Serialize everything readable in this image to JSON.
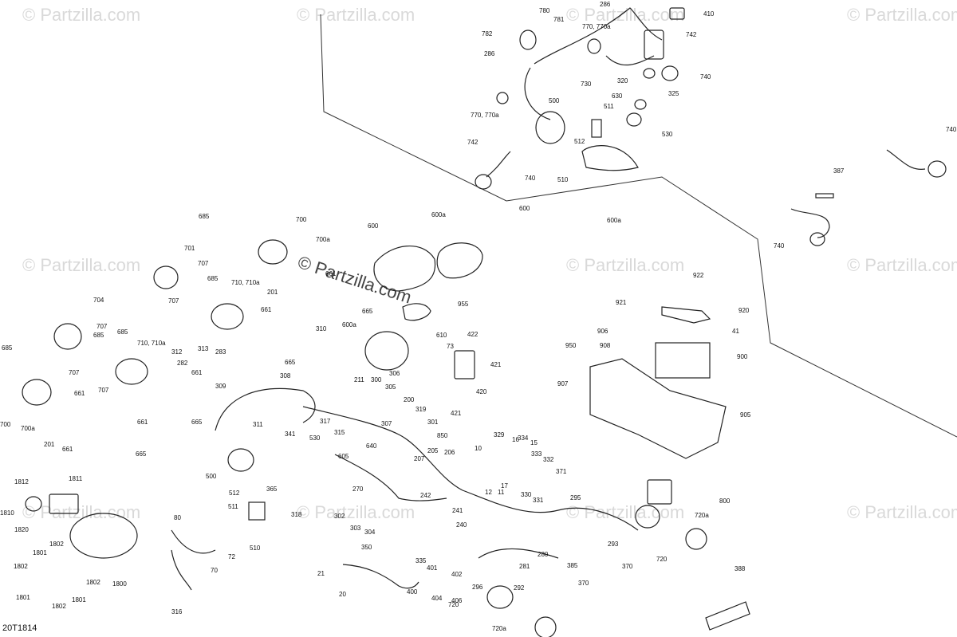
{
  "diagram": {
    "title_code": "20T1814",
    "watermark": "© Partzilla.com",
    "center_watermark": "© Partzilla.com",
    "labels": [
      {
        "id": "l1",
        "text": "780"
      },
      {
        "id": "l2",
        "text": "781"
      },
      {
        "id": "l3",
        "text": "782"
      },
      {
        "id": "l4",
        "text": "286"
      },
      {
        "id": "l5",
        "text": "770, 770a"
      },
      {
        "id": "l6",
        "text": "410"
      },
      {
        "id": "l7",
        "text": "742"
      },
      {
        "id": "l8",
        "text": "286"
      },
      {
        "id": "l9",
        "text": "730"
      },
      {
        "id": "l10",
        "text": "320"
      },
      {
        "id": "l11",
        "text": "740"
      },
      {
        "id": "l12",
        "text": "325"
      },
      {
        "id": "l13",
        "text": "500"
      },
      {
        "id": "l14",
        "text": "511"
      },
      {
        "id": "l15",
        "text": "630"
      },
      {
        "id": "l16",
        "text": "770, 770a"
      },
      {
        "id": "l17",
        "text": "512"
      },
      {
        "id": "l18",
        "text": "530"
      },
      {
        "id": "l19",
        "text": "742"
      },
      {
        "id": "l20",
        "text": "740"
      },
      {
        "id": "l21",
        "text": "510"
      },
      {
        "id": "l22",
        "text": "740"
      },
      {
        "id": "l23",
        "text": "387"
      },
      {
        "id": "l24",
        "text": "740"
      },
      {
        "id": "l25",
        "text": "685"
      },
      {
        "id": "l26",
        "text": "700"
      },
      {
        "id": "l27",
        "text": "600"
      },
      {
        "id": "l28",
        "text": "600a"
      },
      {
        "id": "l29",
        "text": "600"
      },
      {
        "id": "l30",
        "text": "600a"
      },
      {
        "id": "l31",
        "text": "700a"
      },
      {
        "id": "l32",
        "text": "701"
      },
      {
        "id": "l33",
        "text": "707"
      },
      {
        "id": "l34",
        "text": "661"
      },
      {
        "id": "l35",
        "text": "685"
      },
      {
        "id": "l36",
        "text": "710, 710a"
      },
      {
        "id": "l37",
        "text": "201"
      },
      {
        "id": "l38",
        "text": "707"
      },
      {
        "id": "l39",
        "text": "665"
      },
      {
        "id": "l40",
        "text": "955"
      },
      {
        "id": "l41",
        "text": "704"
      },
      {
        "id": "l42",
        "text": "661"
      },
      {
        "id": "l43",
        "text": "707"
      },
      {
        "id": "l44",
        "text": "685"
      },
      {
        "id": "l45",
        "text": "310"
      },
      {
        "id": "l46",
        "text": "600a"
      },
      {
        "id": "l47",
        "text": "610"
      },
      {
        "id": "l48",
        "text": "422"
      },
      {
        "id": "l49",
        "text": "73"
      },
      {
        "id": "l50",
        "text": "685"
      },
      {
        "id": "l51",
        "text": "707"
      },
      {
        "id": "l52",
        "text": "710, 710a"
      },
      {
        "id": "l53",
        "text": "312"
      },
      {
        "id": "l54",
        "text": "313"
      },
      {
        "id": "l55",
        "text": "283"
      },
      {
        "id": "l56",
        "text": "282"
      },
      {
        "id": "l57",
        "text": "665"
      },
      {
        "id": "l58",
        "text": "421"
      },
      {
        "id": "l59",
        "text": "707"
      },
      {
        "id": "l60",
        "text": "685"
      },
      {
        "id": "l61",
        "text": "661"
      },
      {
        "id": "l62",
        "text": "308"
      },
      {
        "id": "l63",
        "text": "211"
      },
      {
        "id": "l64",
        "text": "300"
      },
      {
        "id": "l65",
        "text": "306"
      },
      {
        "id": "l66",
        "text": "420"
      },
      {
        "id": "l67",
        "text": "309"
      },
      {
        "id": "l68",
        "text": "305"
      },
      {
        "id": "l69",
        "text": "661"
      },
      {
        "id": "l70",
        "text": "200"
      },
      {
        "id": "l71",
        "text": "421"
      },
      {
        "id": "l72",
        "text": "700"
      },
      {
        "id": "l73",
        "text": "700a"
      },
      {
        "id": "l74",
        "text": "661"
      },
      {
        "id": "l75",
        "text": "311"
      },
      {
        "id": "l76",
        "text": "665"
      },
      {
        "id": "l77",
        "text": "307"
      },
      {
        "id": "l78",
        "text": "319"
      },
      {
        "id": "l79",
        "text": "301"
      },
      {
        "id": "l80",
        "text": "201"
      },
      {
        "id": "l81",
        "text": "661"
      },
      {
        "id": "l82",
        "text": "665"
      },
      {
        "id": "l83",
        "text": "341"
      },
      {
        "id": "l84",
        "text": "317"
      },
      {
        "id": "l85",
        "text": "315"
      },
      {
        "id": "l86",
        "text": "530"
      },
      {
        "id": "l87",
        "text": "850"
      },
      {
        "id": "l88",
        "text": "640"
      },
      {
        "id": "l89",
        "text": "605"
      },
      {
        "id": "l90",
        "text": "329"
      },
      {
        "id": "l91",
        "text": "334"
      },
      {
        "id": "l92",
        "text": "16"
      },
      {
        "id": "l93",
        "text": "15"
      },
      {
        "id": "l94",
        "text": "205"
      },
      {
        "id": "l95",
        "text": "207"
      },
      {
        "id": "l96",
        "text": "206"
      },
      {
        "id": "l97",
        "text": "10"
      },
      {
        "id": "l98",
        "text": "333"
      },
      {
        "id": "l99",
        "text": "332"
      },
      {
        "id": "l100",
        "text": "500"
      },
      {
        "id": "l101",
        "text": "1812"
      },
      {
        "id": "l102",
        "text": "1811"
      },
      {
        "id": "l103",
        "text": "512"
      },
      {
        "id": "l104",
        "text": "365"
      },
      {
        "id": "l105",
        "text": "270"
      },
      {
        "id": "l106",
        "text": "17"
      },
      {
        "id": "l107",
        "text": "12"
      },
      {
        "id": "l108",
        "text": "11"
      },
      {
        "id": "l109",
        "text": "371"
      },
      {
        "id": "l110",
        "text": "1810"
      },
      {
        "id": "l111",
        "text": "511"
      },
      {
        "id": "l112",
        "text": "318"
      },
      {
        "id": "l113",
        "text": "242"
      },
      {
        "id": "l114",
        "text": "241"
      },
      {
        "id": "l115",
        "text": "330"
      },
      {
        "id": "l116",
        "text": "331"
      },
      {
        "id": "l117",
        "text": "295"
      },
      {
        "id": "l118",
        "text": "1820"
      },
      {
        "id": "l119",
        "text": "302"
      },
      {
        "id": "l120",
        "text": "303"
      },
      {
        "id": "l121",
        "text": "304"
      },
      {
        "id": "l122",
        "text": "240"
      },
      {
        "id": "l123",
        "text": "80"
      },
      {
        "id": "l124",
        "text": "510"
      },
      {
        "id": "l125",
        "text": "1802"
      },
      {
        "id": "l126",
        "text": "350"
      },
      {
        "id": "l127",
        "text": "72"
      },
      {
        "id": "l128",
        "text": "1801"
      },
      {
        "id": "l129",
        "text": "1802"
      },
      {
        "id": "l130",
        "text": "335"
      },
      {
        "id": "l131",
        "text": "280"
      },
      {
        "id": "l132",
        "text": "293"
      },
      {
        "id": "l133",
        "text": "70"
      },
      {
        "id": "l134",
        "text": "21"
      },
      {
        "id": "l135",
        "text": "281"
      },
      {
        "id": "l136",
        "text": "385"
      },
      {
        "id": "l137",
        "text": "401"
      },
      {
        "id": "l138",
        "text": "402"
      },
      {
        "id": "l139",
        "text": "1802"
      },
      {
        "id": "l140",
        "text": "1800"
      },
      {
        "id": "l141",
        "text": "296"
      },
      {
        "id": "l142",
        "text": "292"
      },
      {
        "id": "l143",
        "text": "400"
      },
      {
        "id": "l144",
        "text": "370"
      },
      {
        "id": "l145",
        "text": "1801"
      },
      {
        "id": "l146",
        "text": "1801"
      },
      {
        "id": "l147",
        "text": "20"
      },
      {
        "id": "l148",
        "text": "404"
      },
      {
        "id": "l149",
        "text": "406"
      },
      {
        "id": "l150",
        "text": "1802"
      },
      {
        "id": "l151",
        "text": "316"
      },
      {
        "id": "l152",
        "text": "720"
      },
      {
        "id": "l153",
        "text": "720a"
      },
      {
        "id": "l154",
        "text": "922"
      },
      {
        "id": "l155",
        "text": "921"
      },
      {
        "id": "l156",
        "text": "920"
      },
      {
        "id": "l157",
        "text": "906"
      },
      {
        "id": "l158",
        "text": "41"
      },
      {
        "id": "l159",
        "text": "908"
      },
      {
        "id": "l160",
        "text": "950"
      },
      {
        "id": "l161",
        "text": "900"
      },
      {
        "id": "l162",
        "text": "907"
      },
      {
        "id": "l163",
        "text": "905"
      },
      {
        "id": "l164",
        "text": "800"
      },
      {
        "id": "l165",
        "text": "720a"
      },
      {
        "id": "l166",
        "text": "370"
      },
      {
        "id": "l167",
        "text": "720"
      },
      {
        "id": "l168",
        "text": "388"
      }
    ]
  }
}
